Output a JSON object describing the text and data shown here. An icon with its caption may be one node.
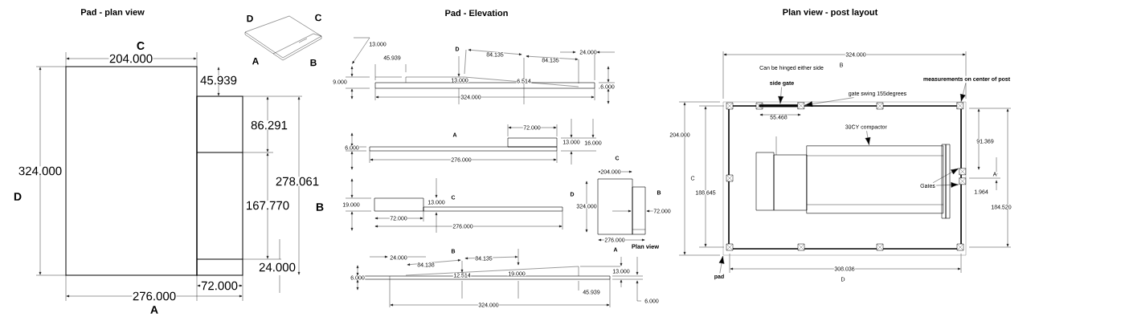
{
  "diagram": {
    "nodes": [
      {
        "text": [
          "side gate"
        ]
      },
      {
        "text": [
          "gate swing 155degrees"
        ]
      },
      {
        "text": [
          "measurements on center of post"
        ]
      },
      {
        "text": [],
        "shape": "box"
      },
      {
        "text": [
          "30CY compactor"
        ],
        "in": 3
      },
      {
        "text": [
          "pad"
        ]
      },
      {
        "text": [],
        "shape": "bar",
        "in": 3
      },
      {
        "text": [],
        "shape": "box",
        "in": 3
      },
      {
        "text": [],
        "shape": "box",
        "in": 3
      },
      {
        "text": [],
        "shape": "picture",
        "in": 3
      },
      {
        "text": [
          "Gates"
        ],
        "in": 9
      },
      {
        "text": [],
        "shape": "box",
        "in": 3
      },
      {
        "text": [],
        "shape": "box",
        "in": 3
      }
    ],
    "edges": [
      {
        "from": 0,
        "to": 6,
        "arrow": "to"
      },
      {
        "from": 1,
        "to": 7,
        "arrow": "to"
      },
      {
        "from": 2,
        "to": 8,
        "arrow": "to"
      },
      {
        "from": 4,
        "to": 9,
        "arrow": "to"
      },
      {
        "from": 10,
        "to": 11,
        "arrow": "to"
      },
      {
        "from": 10,
        "to": 12,
        "arrow": "to"
      },
      {
        "from": 5,
        "to": 3,
        "arrow": "to"
      }
    ],
    "labels": [
      "Pad - plan view",
      "Pad - Elevation",
      "Plan view - post layout",
      "C",
      "204.000",
      "45.939",
      "86.291",
      "324.000",
      "D",
      "278.061",
      "167.770",
      "B",
      "24.000",
      "72.000",
      "276.000",
      "A",
      "D",
      "C",
      "A",
      "B",
      "13.000",
      "45.939",
      "D",
      "84.135",
      "84.135",
      "24.000",
      "9.000",
      "13.000",
      "6.514",
      "6.000",
      "324.000",
      "A",
      "72.000",
      "13.000",
      "16.000",
      "6.000",
      "276.000",
      "C",
      "19.000",
      "13.000",
      "72.000",
      "276.000",
      "C",
      "204.000",
      "D",
      "B",
      "324.000",
      "72.000",
      "276.000",
      "Plan view",
      "B",
      "24.000",
      "84.138",
      "84.135",
      "A",
      "6.000",
      "12.514",
      "19.000",
      "13.000",
      "45.939",
      "6.000",
      "324.000",
      "324.000",
      "Can be hinged either side",
      "B",
      "55.468",
      "204.000",
      "C",
      "188.645",
      "91.369",
      "A",
      "1.964",
      "184.520",
      "308.036",
      "D"
    ]
  }
}
